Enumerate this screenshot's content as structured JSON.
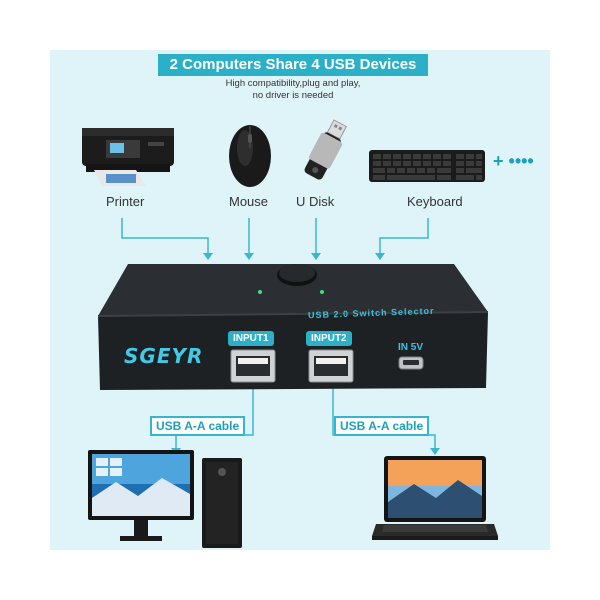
{
  "header": {
    "title": "2 Computers Share 4 USB Devices",
    "subtitle_line1": "High compatibility,plug and play,",
    "subtitle_line2": "no driver is needed"
  },
  "devices": {
    "printer": "Printer",
    "mouse": "Mouse",
    "udisk": "U Disk",
    "keyboard": "Keyboard",
    "more": "+ ••••"
  },
  "switch_box": {
    "brand": "SGEYR",
    "selector_text": "USB 2.0 Switch Selector",
    "input1": "INPUT1",
    "input2": "INPUT2",
    "power_label": "IN 5V"
  },
  "cables": {
    "left": "USB A-A cable",
    "right": "USB A-A cable"
  },
  "colors": {
    "accent": "#2cb0c8",
    "background": "#dff4f9",
    "box": "#1f2326"
  }
}
